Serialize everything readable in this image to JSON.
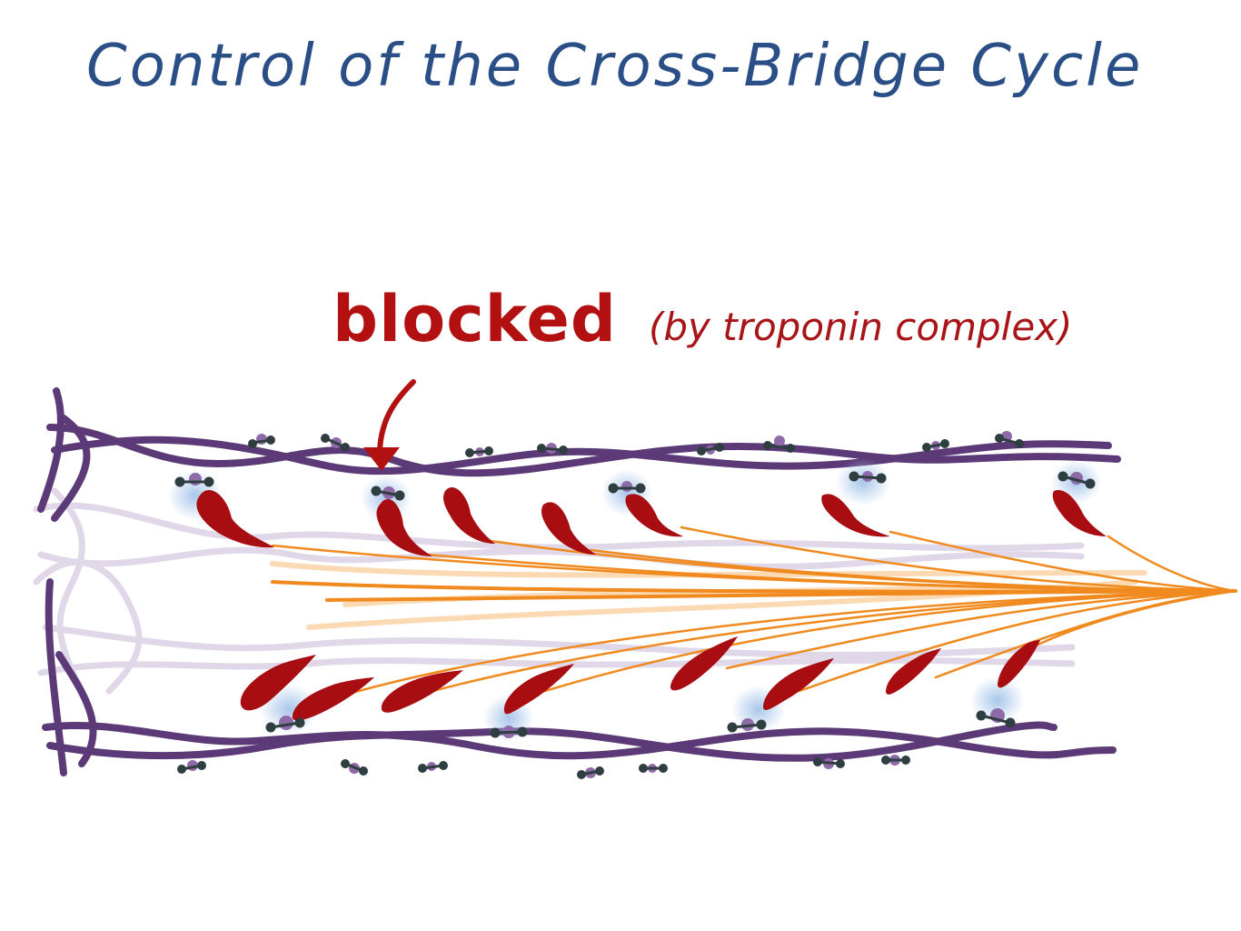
{
  "title": "Control of the Cross-Bridge Cycle",
  "annotations": {
    "blocked": "blocked",
    "by_troponin": "(by troponin complex)"
  },
  "colors": {
    "title": "#2a4f86",
    "annotation": "#b31012",
    "actin": "#5c3a78",
    "actin_faded": "#d6cce0",
    "myosin_head": "#a80d12",
    "myosin_tail": "#f08a1e",
    "binding_site_glow": "#9fc0e8",
    "troponin": "#2f3e40"
  },
  "icons": [
    "down-arrow-icon"
  ]
}
